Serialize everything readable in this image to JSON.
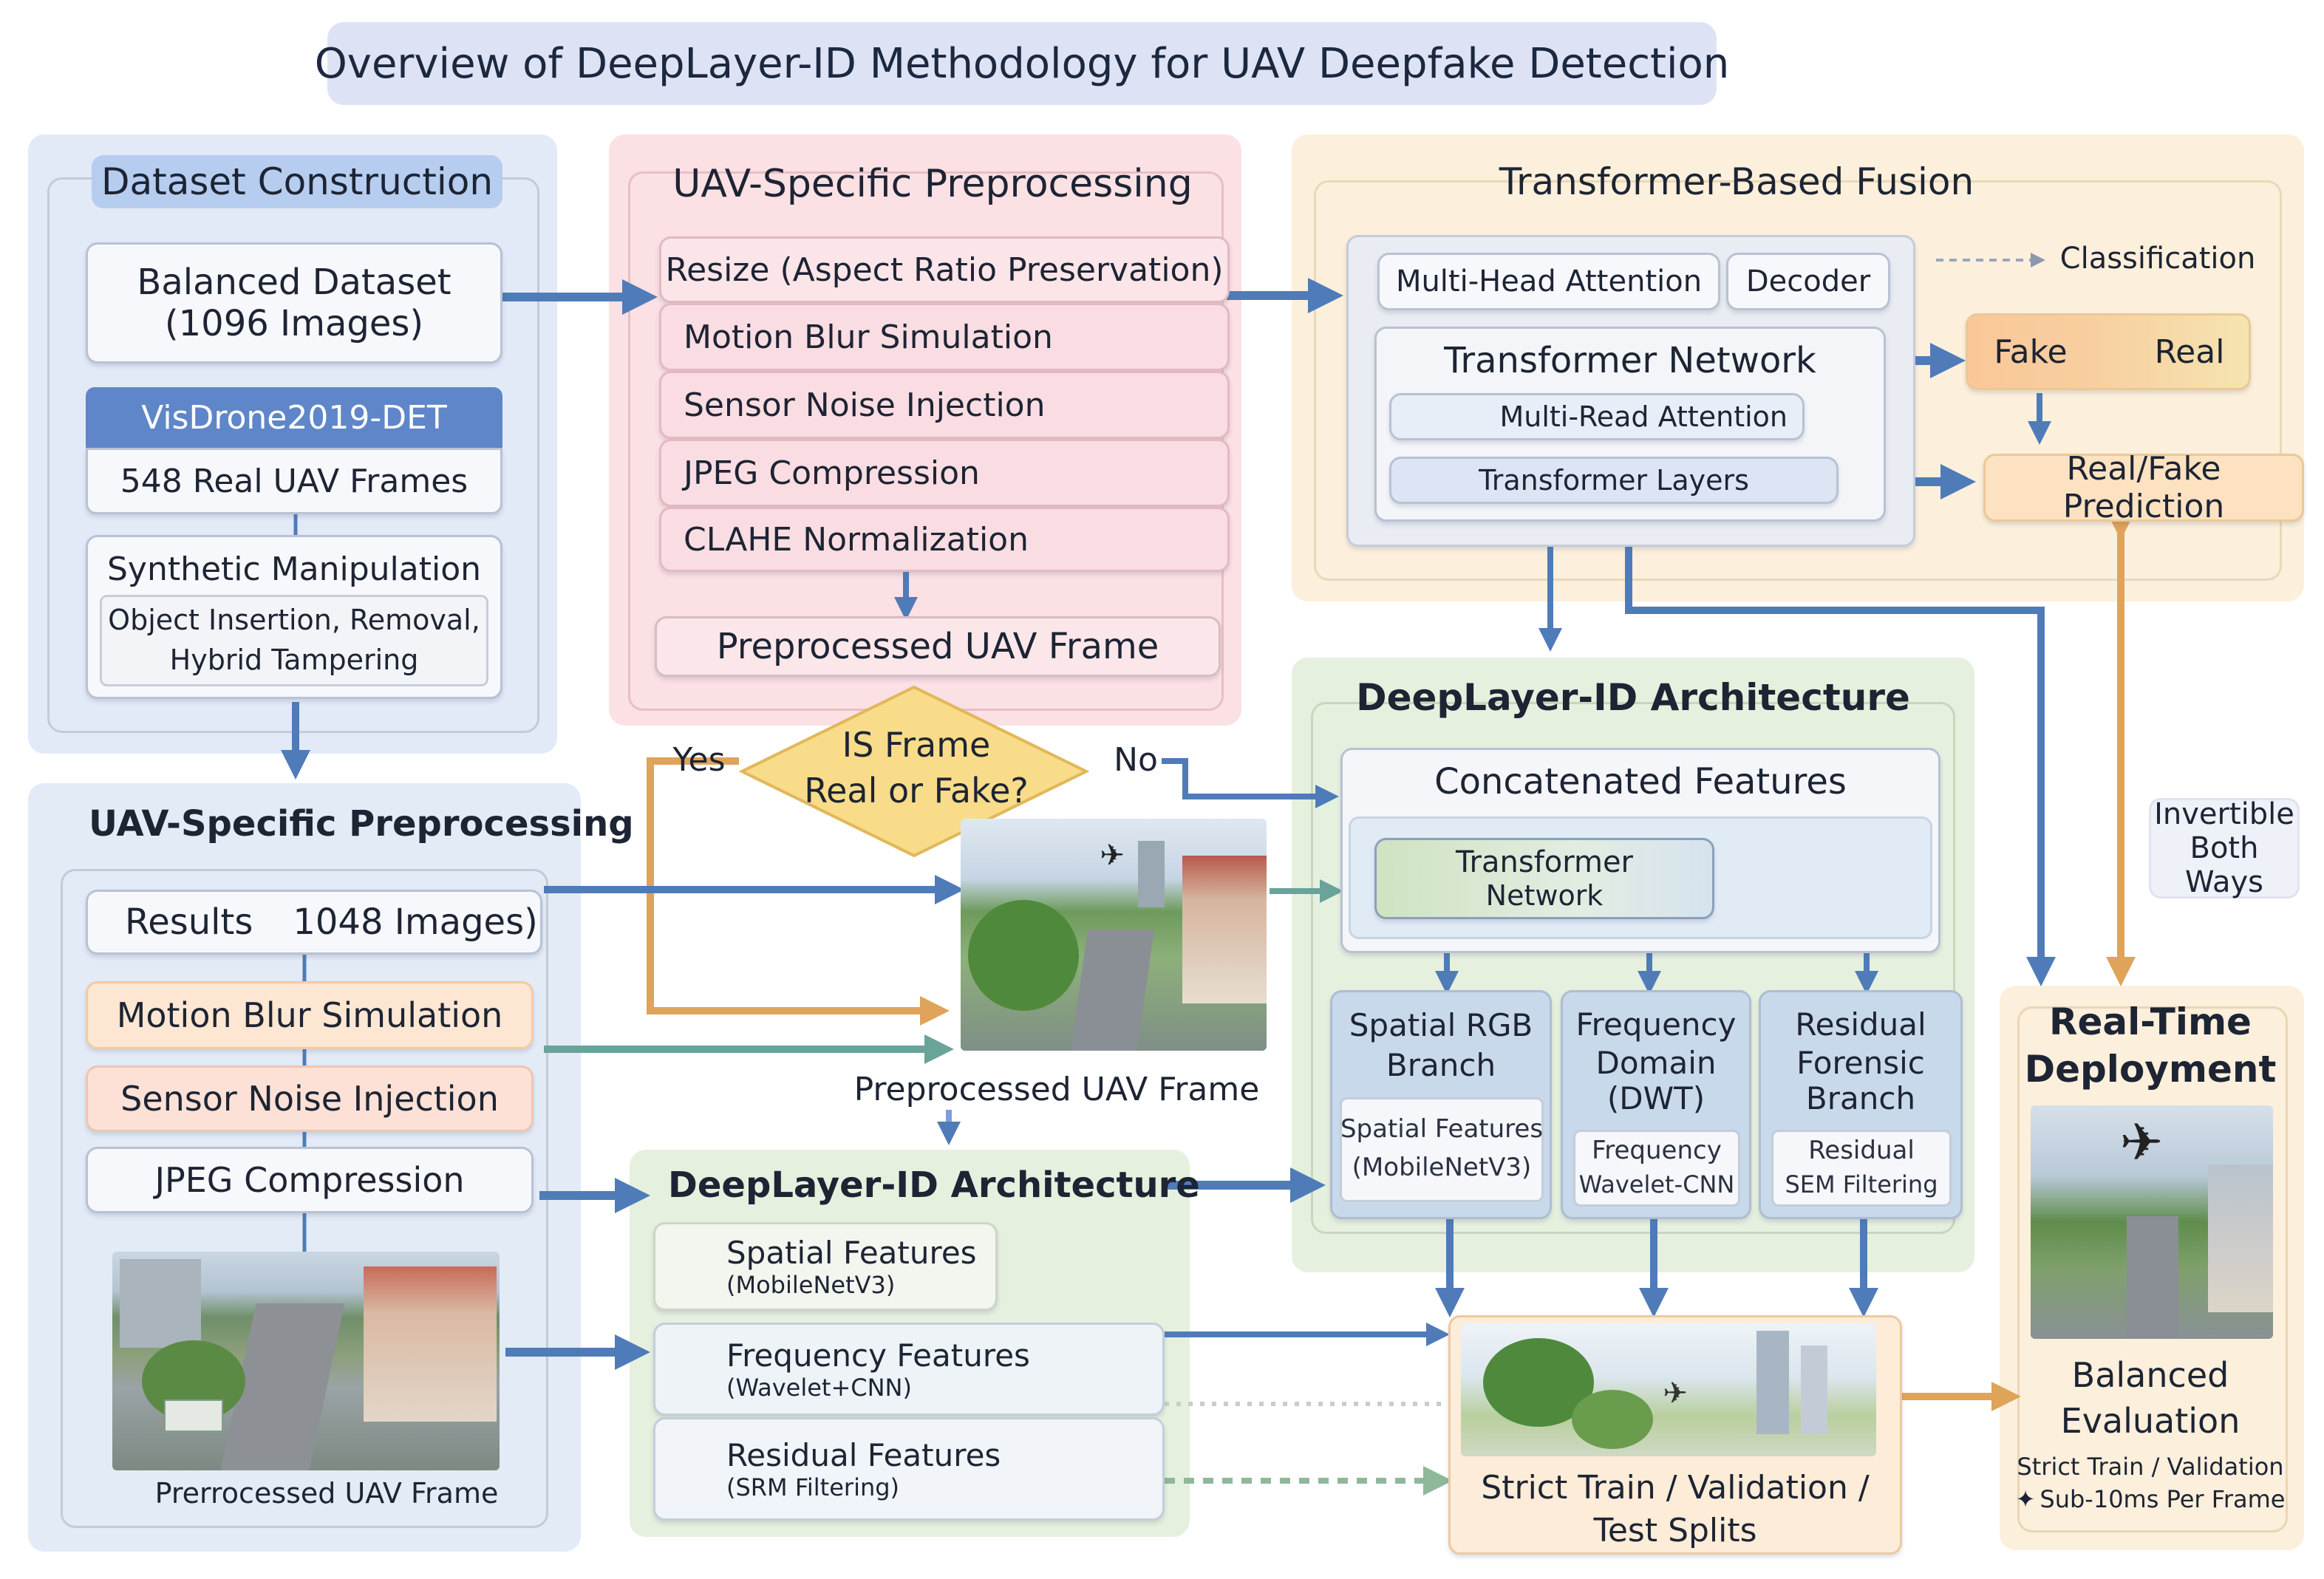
{
  "title": "Overview of DeepLayer-ID Methodology for UAV Deepfake Detection",
  "dataset": {
    "header": "Dataset Construction",
    "balanced": "Balanced Dataset",
    "balanced_count": "(1096 Images)",
    "visdrone": "VisDrone2019-DET",
    "real_frames": "548 Real UAV Frames",
    "synthetic": "Synthetic Manipulation",
    "synthetic_detail_1": "Object Insertion, Removal,",
    "synthetic_detail_2": "Hybrid Tampering"
  },
  "preproc_top": {
    "header": "UAV-Specific Preprocessing",
    "steps": [
      "Resize (Aspect Ratio Preservation)",
      "Motion Blur Simulation",
      "Sensor Noise Injection",
      "JPEG Compression",
      "CLAHE Normalization"
    ],
    "output": "Preprocessed UAV Frame"
  },
  "decision": {
    "question_1": "IS Frame",
    "question_2": "Real or Fake?",
    "yes": "Yes",
    "no": "No"
  },
  "preproc_left": {
    "header": "UAV-Specific Preprocessing",
    "results_a": "Results",
    "results_b": "1048 Images)",
    "steps": [
      "Motion Blur Simulation",
      "Sensor Noise Injection",
      "JPEG Compression"
    ],
    "frame_caption": "Prerrocessed UAV Frame"
  },
  "center": {
    "frame_caption": "Preprocessed UAV Frame"
  },
  "arch_small": {
    "header": "DeepLayer-ID Architecture",
    "items": [
      {
        "label": "Spatial Features",
        "sub": "(MobileNetV3)"
      },
      {
        "label": "Frequency Features",
        "sub": "(Wavelet+CNN)"
      },
      {
        "label": "Residual Features",
        "sub": "(SRM Filtering)"
      }
    ]
  },
  "fusion": {
    "header": "Transformer-Based Fusion",
    "mha": "Multi-Head Attention",
    "decoder": "Decoder",
    "network": "Transformer Network",
    "mra": "Multi-Read Attention",
    "layers": "Transformer Layers",
    "classification": "Classification",
    "fake": "Fake",
    "real": "Real",
    "prediction": "Real/Fake Prediction"
  },
  "arch_main": {
    "header": "DeepLayer-ID Architecture",
    "concat": "Concatenated Features",
    "tn_1": "Transformer",
    "tn_2": "Network",
    "branches": [
      {
        "title_1": "Spatial RGB",
        "title_2": "Branch",
        "title_3": "",
        "sub_1": "Spatial Features",
        "sub_2": "(MobileNetV3)"
      },
      {
        "title_1": "Frequency",
        "title_2": "Domain",
        "title_3": "(DWT)",
        "sub_1": "Frequency",
        "sub_2": "Wavelet-CNN"
      },
      {
        "title_1": "Residual",
        "title_2": "Forensic",
        "title_3": "Branch",
        "sub_1": "Residual",
        "sub_2": "SEM Filtering"
      }
    ]
  },
  "invertible": {
    "line_1": "Invertible",
    "line_2": "Both Ways"
  },
  "splits": {
    "line_1": "Strict Train / Validation /",
    "line_2": "Test Splits"
  },
  "deployment": {
    "header_1": "Real-Time",
    "header_2": "Deployment",
    "eval_1": "Balanced",
    "eval_2": "Evaluation",
    "note_1": "Strict Train / Validation",
    "note_2": "Sub-10ms Per Frame"
  },
  "colors": {
    "blue_arrow": "#4f7cb8",
    "orange_arrow": "#e0a35a",
    "teal_arrow": "#6aa39a",
    "dataset_bg": "#e2eaf8",
    "preproc_bg": "#fbe0e4",
    "fusion_bg": "#fcf0dc",
    "arch_bg": "#e6f0de",
    "decision_fill": "#f8dc8a"
  }
}
